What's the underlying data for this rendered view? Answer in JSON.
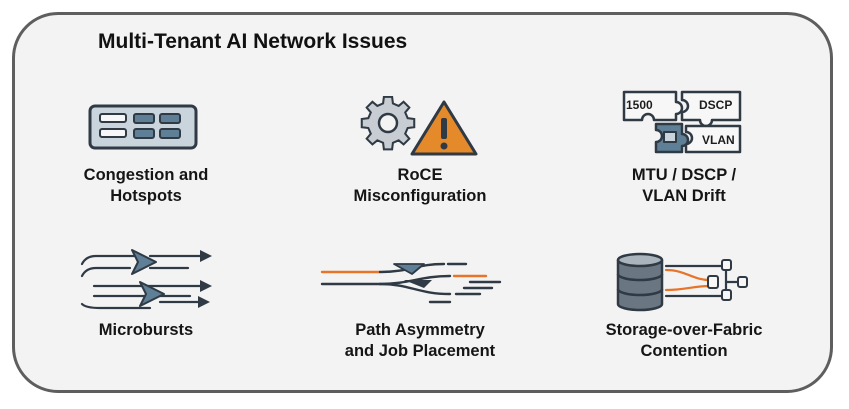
{
  "title": "Multi-Tenant AI Network Issues",
  "colors": {
    "panel_border": "#5e5e5e",
    "panel_bg": "#f3f3f3",
    "icon_dark": "#2f3a45",
    "icon_steel": "#5f7f96",
    "icon_light": "#c9d4dc",
    "warning_orange": "#e48a2a",
    "accent_orange": "#e8742a"
  },
  "items": [
    {
      "icon": "switch-rack-icon",
      "lines": [
        "Congestion and",
        "Hotspots"
      ]
    },
    {
      "icon": "gear-warning-icon",
      "lines": [
        "RoCE",
        "Misconfiguration"
      ]
    },
    {
      "icon": "puzzle-pieces-icon",
      "lines": [
        "MTU / DSCP /",
        "VLAN Drift"
      ],
      "puzzle": [
        "1500",
        "DSCP",
        "VLAN"
      ]
    },
    {
      "icon": "burst-arrows-icon",
      "lines": [
        "Microbursts"
      ]
    },
    {
      "icon": "path-split-icon",
      "lines": [
        "Path Asymmetry",
        "and Job Placement"
      ]
    },
    {
      "icon": "storage-fabric-icon",
      "lines": [
        "Storage-over-Fabric",
        "Contention"
      ]
    }
  ]
}
